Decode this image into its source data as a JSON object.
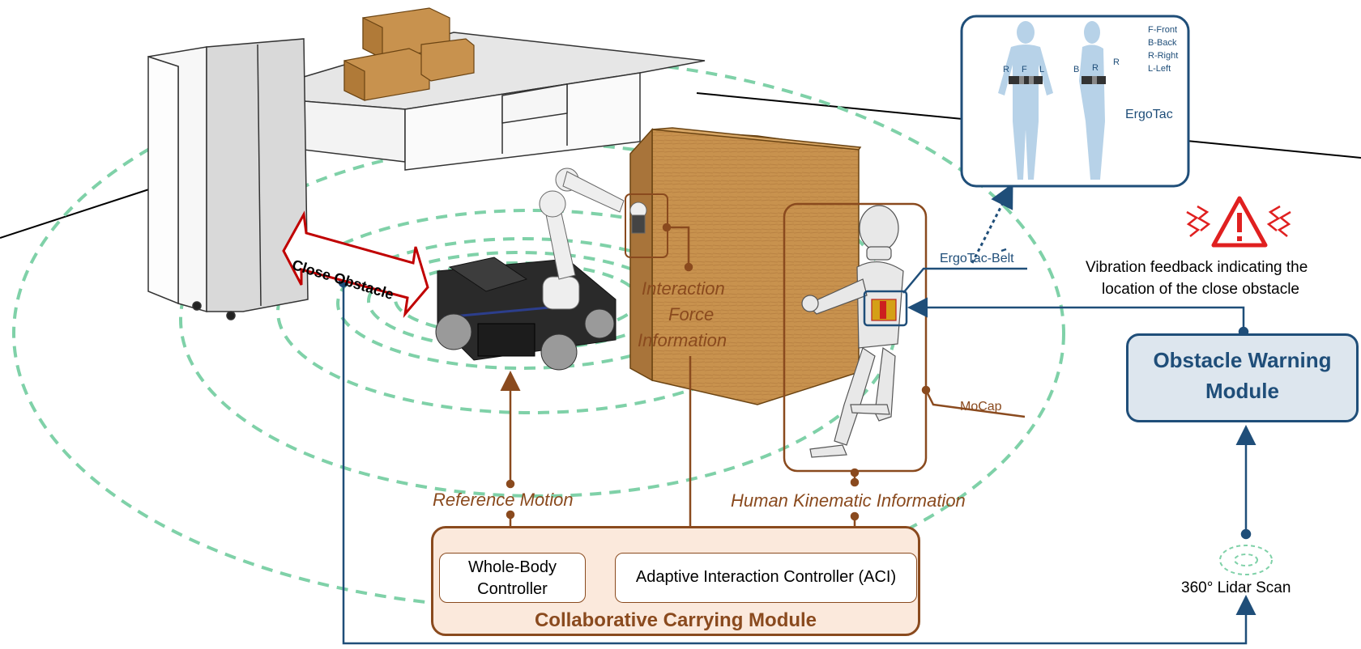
{
  "scene": {
    "close_obstacle_label": "Close Obstacle"
  },
  "belt_legend": {
    "front_labels": [
      "R",
      "F",
      "L"
    ],
    "side_labels": [
      "B",
      "R",
      "R"
    ],
    "key": [
      "F-Front",
      "B-Back",
      "R-Right",
      "L-Left"
    ],
    "device_label": "ErgoTac"
  },
  "labels": {
    "ergotac_belt": "ErgoTac-Belt",
    "vibration_feedback_line1": "Vibration feedback indicating the",
    "vibration_feedback_line2": "location of the close obstacle",
    "interaction_force_line1": "Interaction",
    "interaction_force_line2": "Force",
    "interaction_force_line3": "Information",
    "mocap": "MoCap",
    "reference_motion": "Reference Motion",
    "human_kinematic": "Human Kinematic Information",
    "lidar_scan": "360° Lidar Scan"
  },
  "modules": {
    "obstacle_warning_line1": "Obstacle Warning",
    "obstacle_warning_line2": "Module",
    "collaborative_carrying": "Collaborative Carrying Module",
    "whole_body_line1": "Whole-Body",
    "whole_body_line2": "Controller",
    "aci": "Adaptive Interaction Controller (ACI)"
  },
  "colors": {
    "brown": "#8a4a1e",
    "blue": "#1f4e79",
    "green_dashed": "#7fd1a8",
    "module_fill": "#fbe9dc",
    "warning_fill": "#dde6ee",
    "warning_red": "#e02020"
  }
}
